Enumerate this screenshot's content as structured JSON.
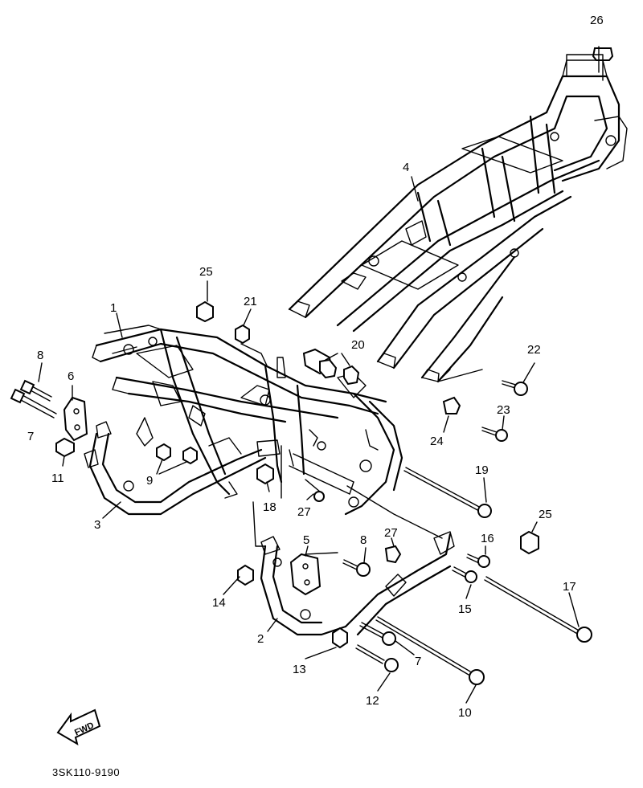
{
  "callouts": {
    "c1": "1",
    "c2": "2",
    "c3": "3",
    "c4": "4",
    "c5": "5",
    "c6": "6",
    "c7a": "7",
    "c7b": "7",
    "c8a": "8",
    "c8b": "8",
    "c9": "9",
    "c10": "10",
    "c11": "11",
    "c12": "12",
    "c13": "13",
    "c14": "14",
    "c15": "15",
    "c16": "16",
    "c17": "17",
    "c18": "18",
    "c19": "19",
    "c20": "20",
    "c21": "21",
    "c22": "22",
    "c23": "23",
    "c24": "24",
    "c25a": "25",
    "c25b": "25",
    "c26": "26",
    "c27a": "27",
    "c27b": "27"
  },
  "fwd_arrow": {
    "label": "FWD"
  },
  "part_code": "3SK110-9190"
}
